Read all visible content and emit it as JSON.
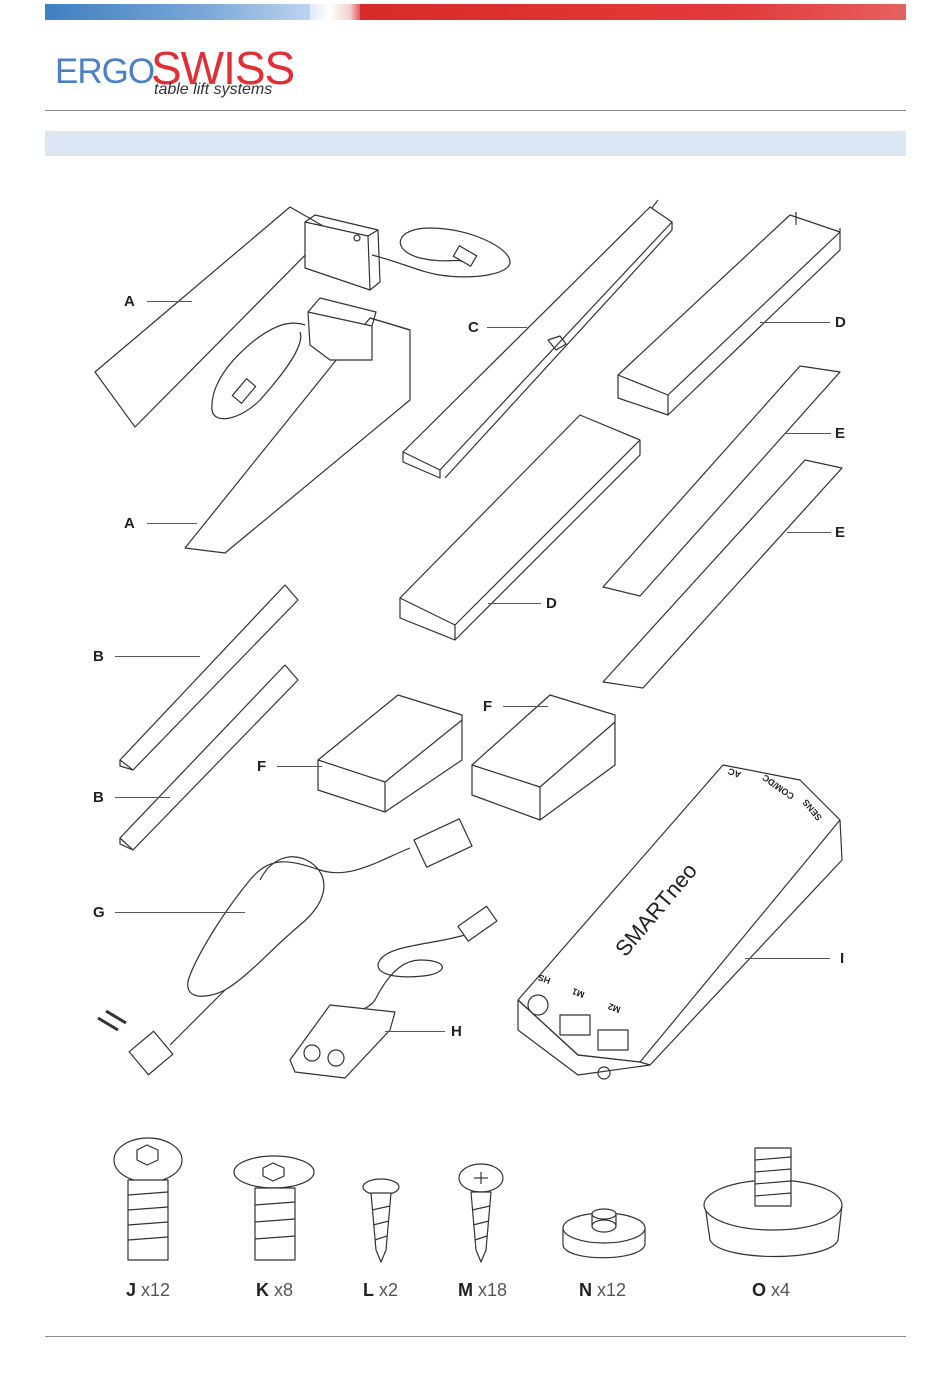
{
  "brand": {
    "ergo": "ERGO",
    "swiss": "SWISS",
    "tagline": "table lift systems"
  },
  "labels": {
    "a1": "A",
    "a2": "A",
    "b1": "B",
    "b2": "B",
    "c": "C",
    "d1": "D",
    "d2": "D",
    "e1": "E",
    "e2": "E",
    "f1": "F",
    "f2": "F",
    "g": "G",
    "h": "H",
    "i": "I"
  },
  "device": {
    "brand_text": "SMARTneo",
    "ports_top": [
      "AC",
      "COM/DC",
      "SENS"
    ],
    "ports_front": [
      "HS",
      "M1",
      "M2"
    ]
  },
  "hardware": [
    {
      "letter": "J",
      "qty": "x12"
    },
    {
      "letter": "K",
      "qty": "x8"
    },
    {
      "letter": "L",
      "qty": "x2"
    },
    {
      "letter": "M",
      "qty": "x18"
    },
    {
      "letter": "N",
      "qty": "x12"
    },
    {
      "letter": "O",
      "qty": "x4"
    }
  ],
  "colors": {
    "brand_blue": "#4a80c6",
    "brand_red": "#e03036",
    "title_band": "#dde7f3"
  }
}
